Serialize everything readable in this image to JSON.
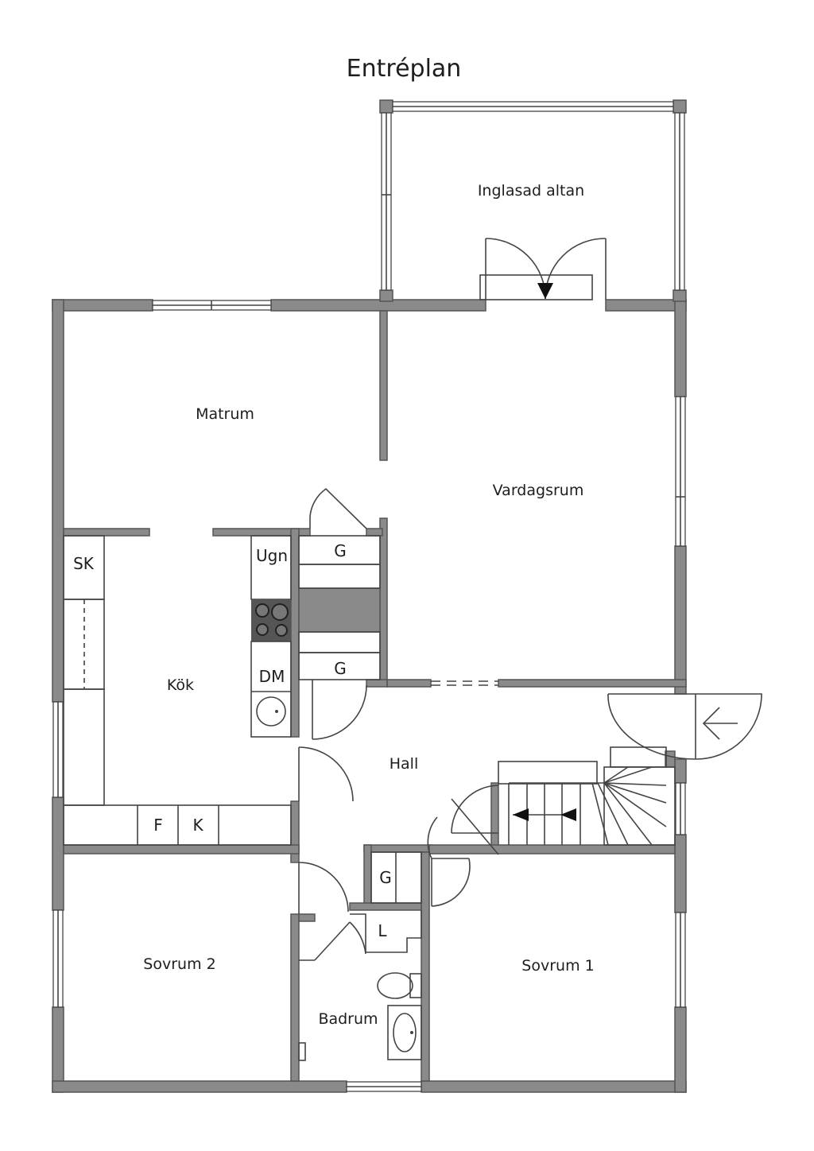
{
  "title": "Entréplan",
  "rooms": {
    "altan": "Inglasad altan",
    "matrum": "Matrum",
    "vardagsrum": "Vardagsrum",
    "kok": "Kök",
    "hall": "Hall",
    "sovrum2": "Sovrum 2",
    "sovrum1": "Sovrum 1",
    "badrum": "Badrum"
  },
  "fixtures": {
    "sk": "SK",
    "ugn": "Ugn",
    "dm": "DM",
    "f": "F",
    "k": "K",
    "g_top": "G",
    "g_mid": "G",
    "g_hall": "G",
    "l": "L"
  },
  "colors": {
    "wall": "#8a8a8a",
    "wall_edge": "#555555",
    "line": "#444444",
    "text": "#1e1e1e"
  }
}
